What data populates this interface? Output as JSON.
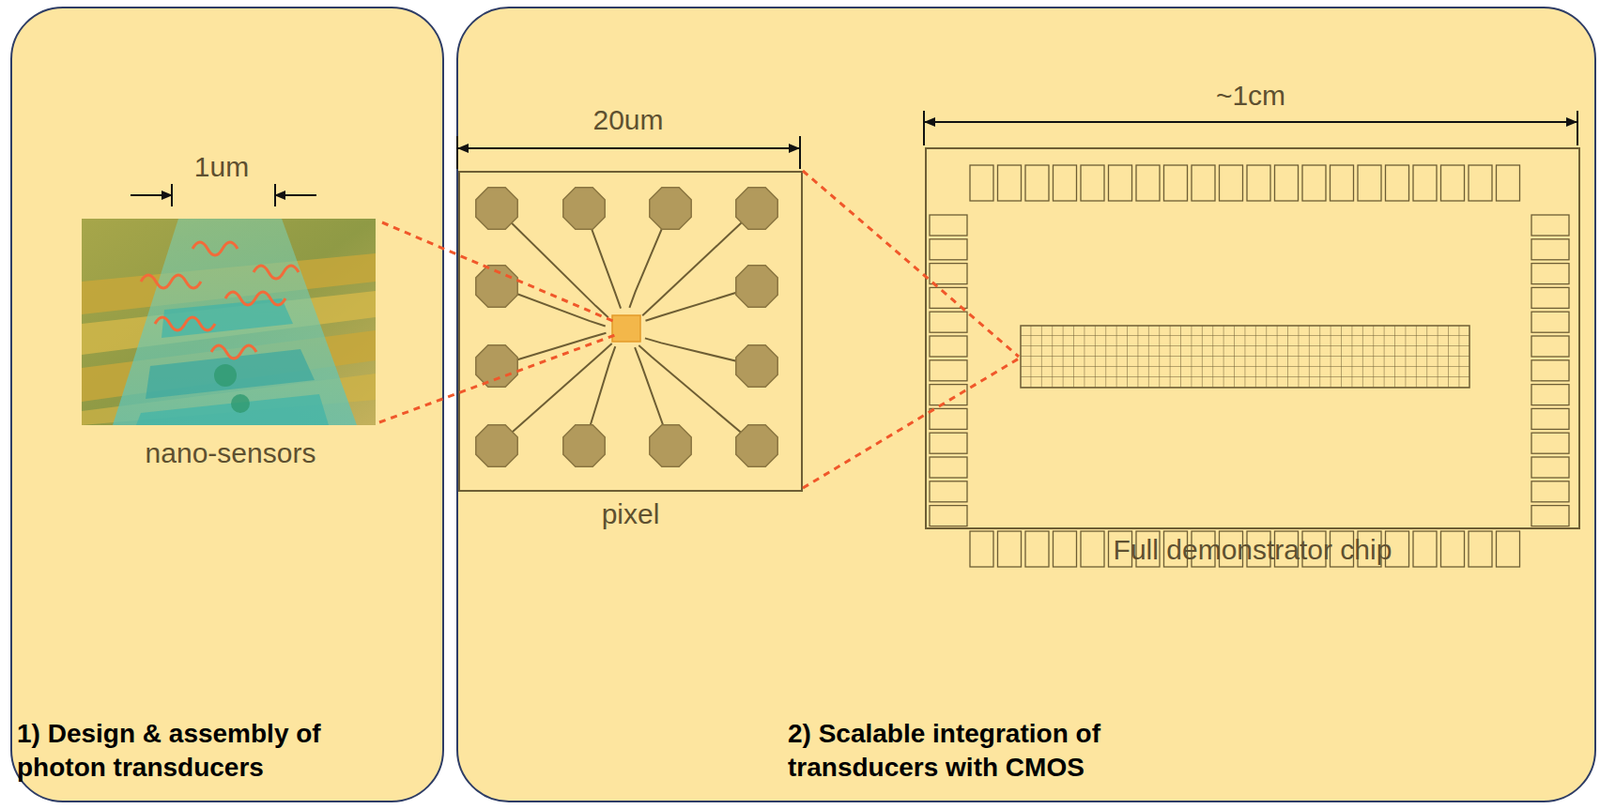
{
  "diagram": {
    "nodes": [
      {
        "text": [
          "1) Design & assembly of photon transducers"
        ]
      },
      {
        "text": [
          "nano-sensors"
        ],
        "in": 0
      },
      {
        "text": [
          "2) Scalable integration of transducers with CMOS"
        ]
      },
      {
        "text": [
          "pixel"
        ],
        "in": 2
      },
      {
        "text": [
          "Full demonstrator chip"
        ],
        "in": 2
      }
    ],
    "labels": [
      "1um",
      "20um",
      "~1cm"
    ]
  }
}
